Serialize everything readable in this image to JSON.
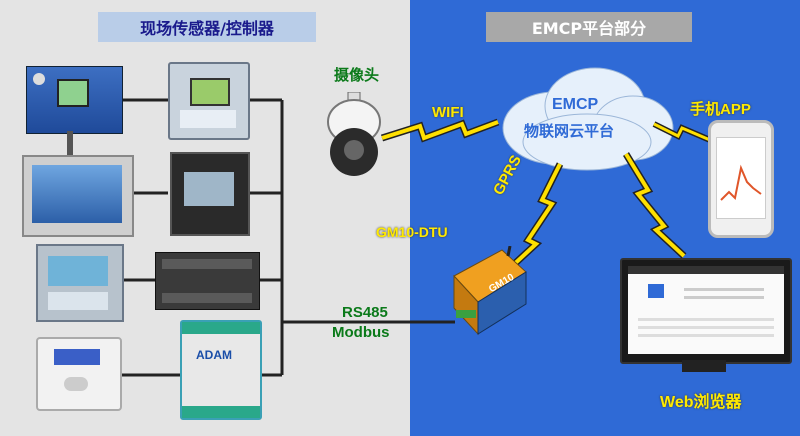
{
  "left_panel": {
    "title": "现场传感器/控制器",
    "bg": "#e4e4e4",
    "title_bg": "#b9cde8",
    "title_color": "#1a1a8c"
  },
  "right_panel": {
    "title": "EMCP平台部分",
    "bg": "#2f6ad6",
    "title_bg": "#a8a8a8",
    "title_color": "#ffffff"
  },
  "labels": {
    "camera": "摄像头",
    "wifi": "WIFI",
    "cloud_line1": "EMCP",
    "cloud_line2": "物联网云平台",
    "mobile_app": "手机APP",
    "gprs": "GPRS",
    "dtu": "GM10-DTU",
    "rs485": "RS485",
    "modbus": "Modbus",
    "web": "Web浏览器"
  },
  "devices": {
    "dtu_badge": "GM10",
    "plc_brand": "ADAM"
  },
  "icons": [
    "camera-icon",
    "cloud-icon",
    "phone-icon",
    "monitor-icon",
    "dtu-icon",
    "lightning-icon"
  ]
}
